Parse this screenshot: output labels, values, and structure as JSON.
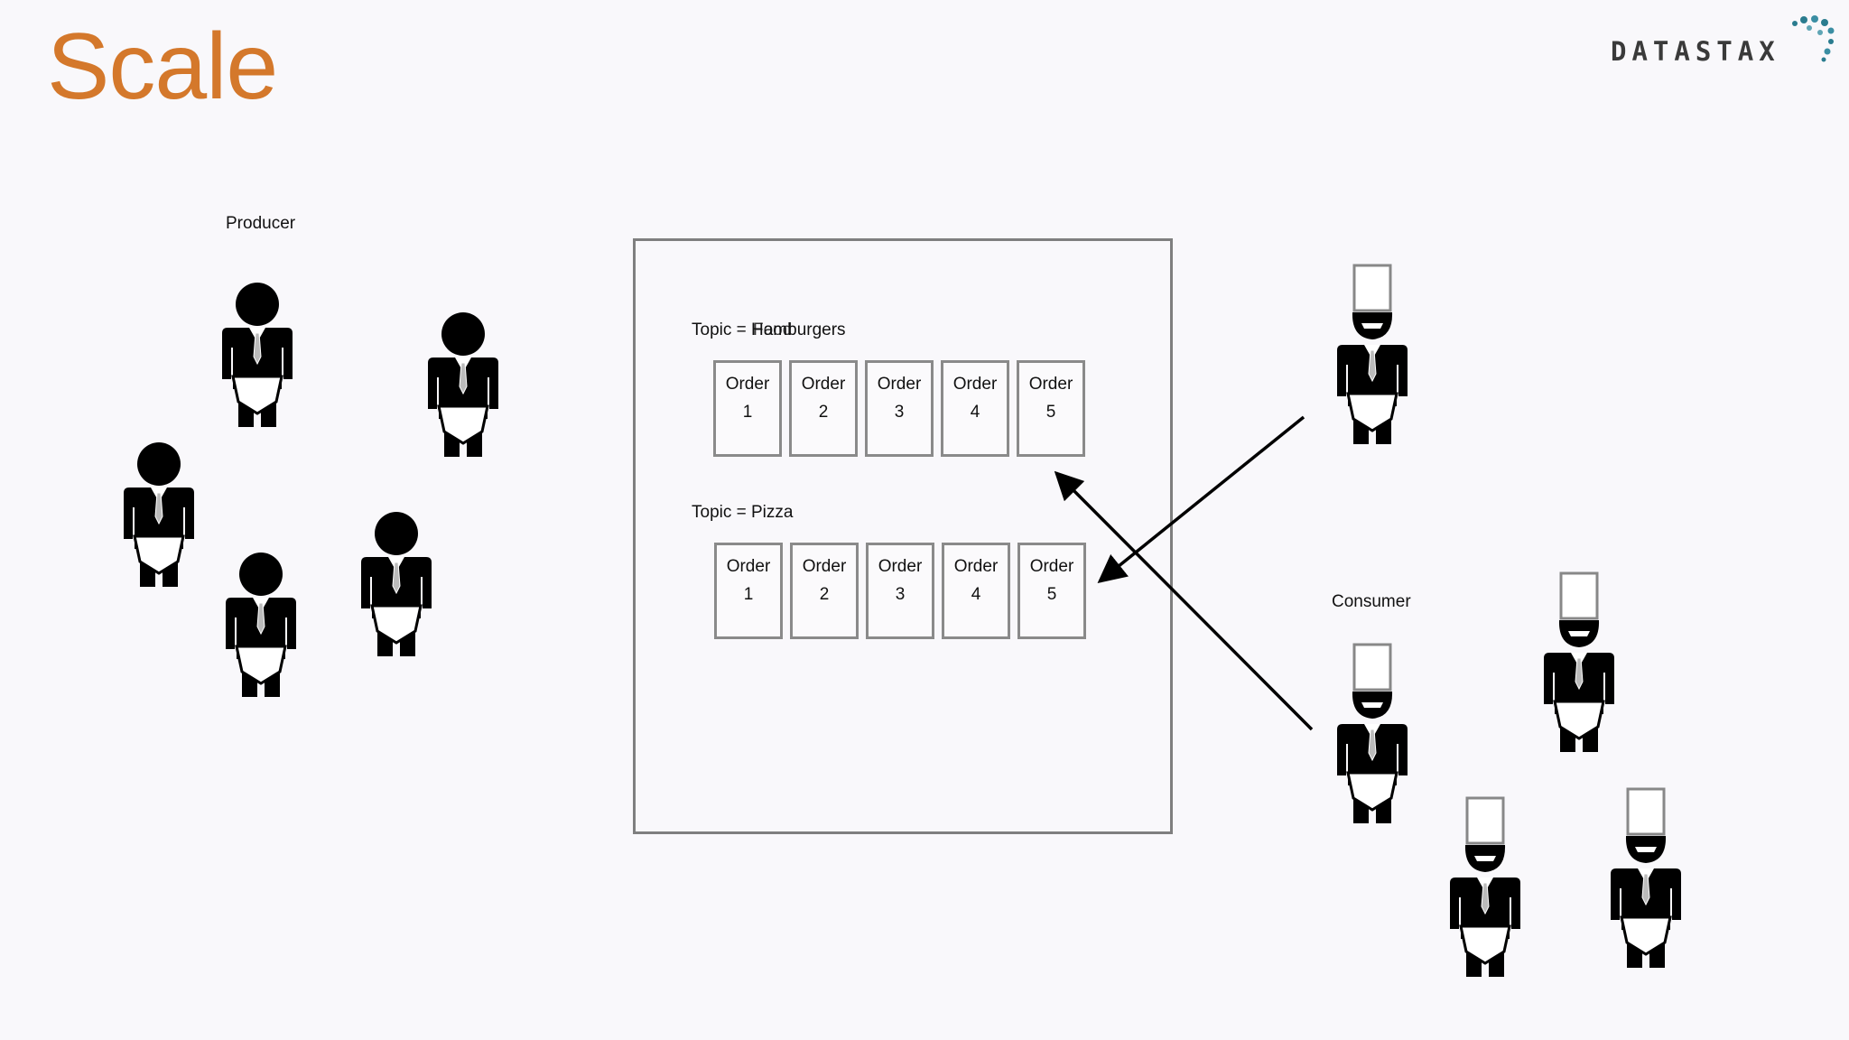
{
  "slide": {
    "title": "Scale"
  },
  "logo": {
    "text": "DATASTAX"
  },
  "producer": {
    "label": "Producer",
    "count": 5
  },
  "consumer": {
    "label": "Consumer",
    "count": 5
  },
  "broker": {
    "topics": [
      {
        "label": "Topic = Hamburgers",
        "overlay_label": "Food",
        "orders": [
          {
            "line1": "Order",
            "line2": "1"
          },
          {
            "line1": "Order",
            "line2": "2"
          },
          {
            "line1": "Order",
            "line2": "3"
          },
          {
            "line1": "Order",
            "line2": "4"
          },
          {
            "line1": "Order",
            "line2": "5"
          }
        ]
      },
      {
        "label": "Topic = Pizza",
        "orders": [
          {
            "line1": "Order",
            "line2": "1"
          },
          {
            "line1": "Order",
            "line2": "2"
          },
          {
            "line1": "Order",
            "line2": "3"
          },
          {
            "line1": "Order",
            "line2": "4"
          },
          {
            "line1": "Order",
            "line2": "5"
          }
        ]
      }
    ]
  },
  "colors": {
    "title": "#d4782b",
    "border": "#7f7f7f",
    "logo_dots": "#2a7c8f"
  }
}
